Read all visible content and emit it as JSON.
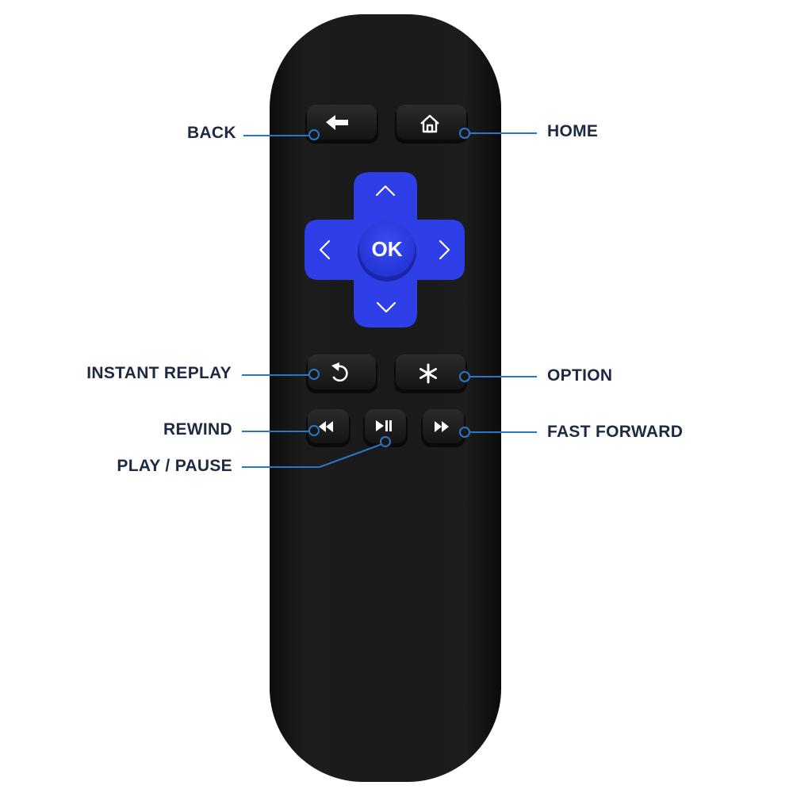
{
  "callouts": {
    "back": "BACK",
    "home": "HOME",
    "instant_replay": "INSTANT REPLAY",
    "option": "OPTION",
    "rewind": "REWIND",
    "fast_forward": "FAST FORWARD",
    "play_pause": "PLAY / PAUSE"
  },
  "dpad": {
    "ok_label": "OK"
  },
  "colors": {
    "remote_body": "#161616",
    "button": "#202020",
    "dpad_blue": "#2f3fe8",
    "callout_line": "#2a76c6",
    "label_text": "#1d2a44"
  }
}
